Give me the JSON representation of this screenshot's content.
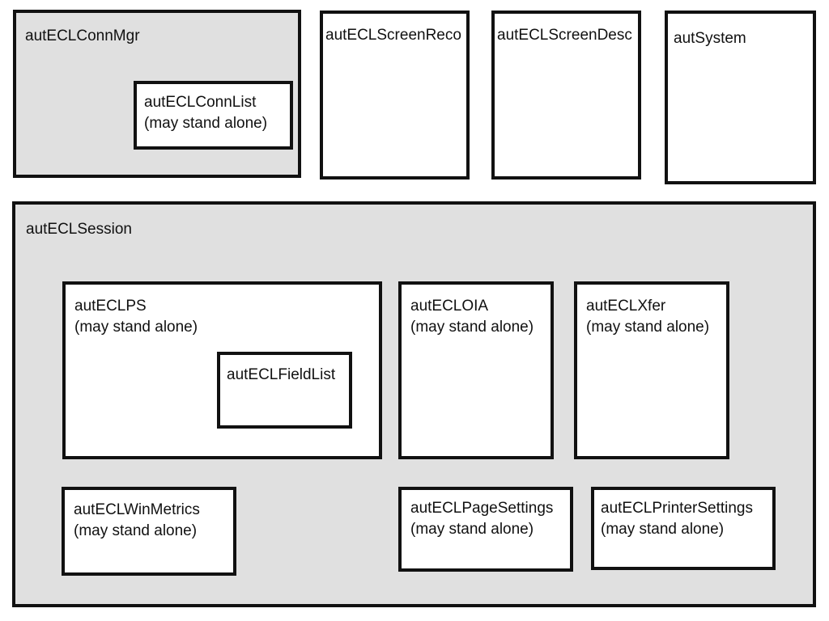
{
  "colors": {
    "container_fill": "#e0e0e0",
    "child_fill": "#ffffff",
    "border": "#111111",
    "text": "#111111"
  },
  "boxes": {
    "conn_mgr": {
      "label": "autECLConnMgr"
    },
    "conn_list": {
      "label": "autECLConnList",
      "note": "(may stand alone)"
    },
    "screen_reco": {
      "label": "autECLScreenReco"
    },
    "screen_desc": {
      "label": "autECLScreenDesc"
    },
    "system": {
      "label": "autSystem"
    },
    "session": {
      "label": "autECLSession"
    },
    "ps": {
      "label": "autECLPS",
      "note": "(may stand alone)"
    },
    "field_list": {
      "label": "autECLFieldList"
    },
    "oia": {
      "label": "autECLOIA",
      "note": "(may stand alone)"
    },
    "xfer": {
      "label": "autECLXfer",
      "note": "(may stand alone)"
    },
    "win_metrics": {
      "label": "autECLWinMetrics",
      "note": "(may stand alone)"
    },
    "page_settings": {
      "label": "autECLPageSettings",
      "note": "(may stand alone)"
    },
    "printer_settings": {
      "label": "autECLPrinterSettings",
      "note": "(may stand alone)"
    }
  }
}
